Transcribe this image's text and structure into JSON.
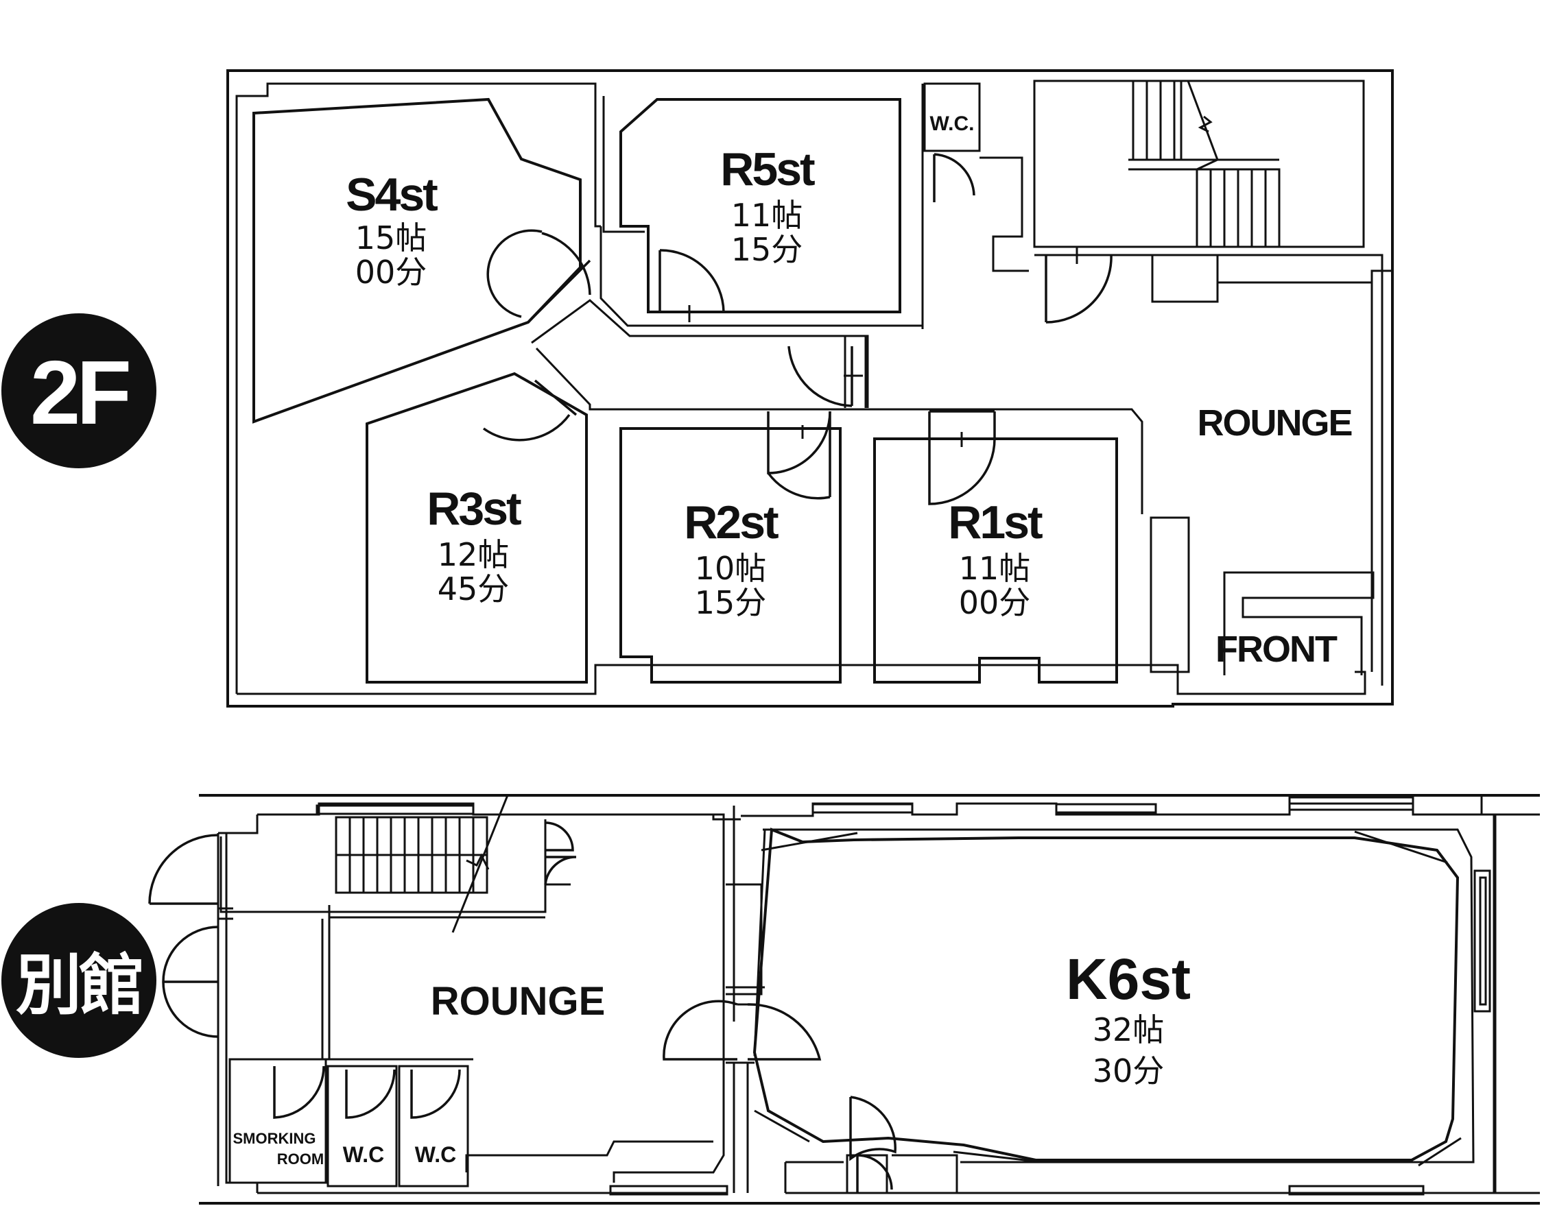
{
  "colors": {
    "studio_green": "#6db883",
    "studio_orange": "#f0c070",
    "studio_blue": "#5a7fa3",
    "floor_gray": "#f2f2f2",
    "wall": "#111111",
    "badge": "#111111"
  },
  "floors": {
    "second": {
      "badge": "2F",
      "rooms": {
        "s4": {
          "name": "S4st",
          "size": "15帖",
          "time": "00分"
        },
        "r5": {
          "name": "R5st",
          "size": "11帖",
          "time": "15分"
        },
        "r3": {
          "name": "R3st",
          "size": "12帖",
          "time": "45分"
        },
        "r2": {
          "name": "R2st",
          "size": "10帖",
          "time": "15分"
        },
        "r1": {
          "name": "R1st",
          "size": "11帖",
          "time": "00分"
        }
      },
      "labels": {
        "wc": "W.C.",
        "lounge": "ROUNGE",
        "front": "FRONT"
      }
    },
    "annex": {
      "badge": "別館",
      "rooms": {
        "k6": {
          "name": "K6st",
          "size": "32帖",
          "time": "30分"
        }
      },
      "labels": {
        "lounge": "ROUNGE",
        "smoking_1": "SMORKING",
        "smoking_2": "ROOM",
        "wc_1": "W.C",
        "wc_2": "W.C"
      }
    }
  }
}
